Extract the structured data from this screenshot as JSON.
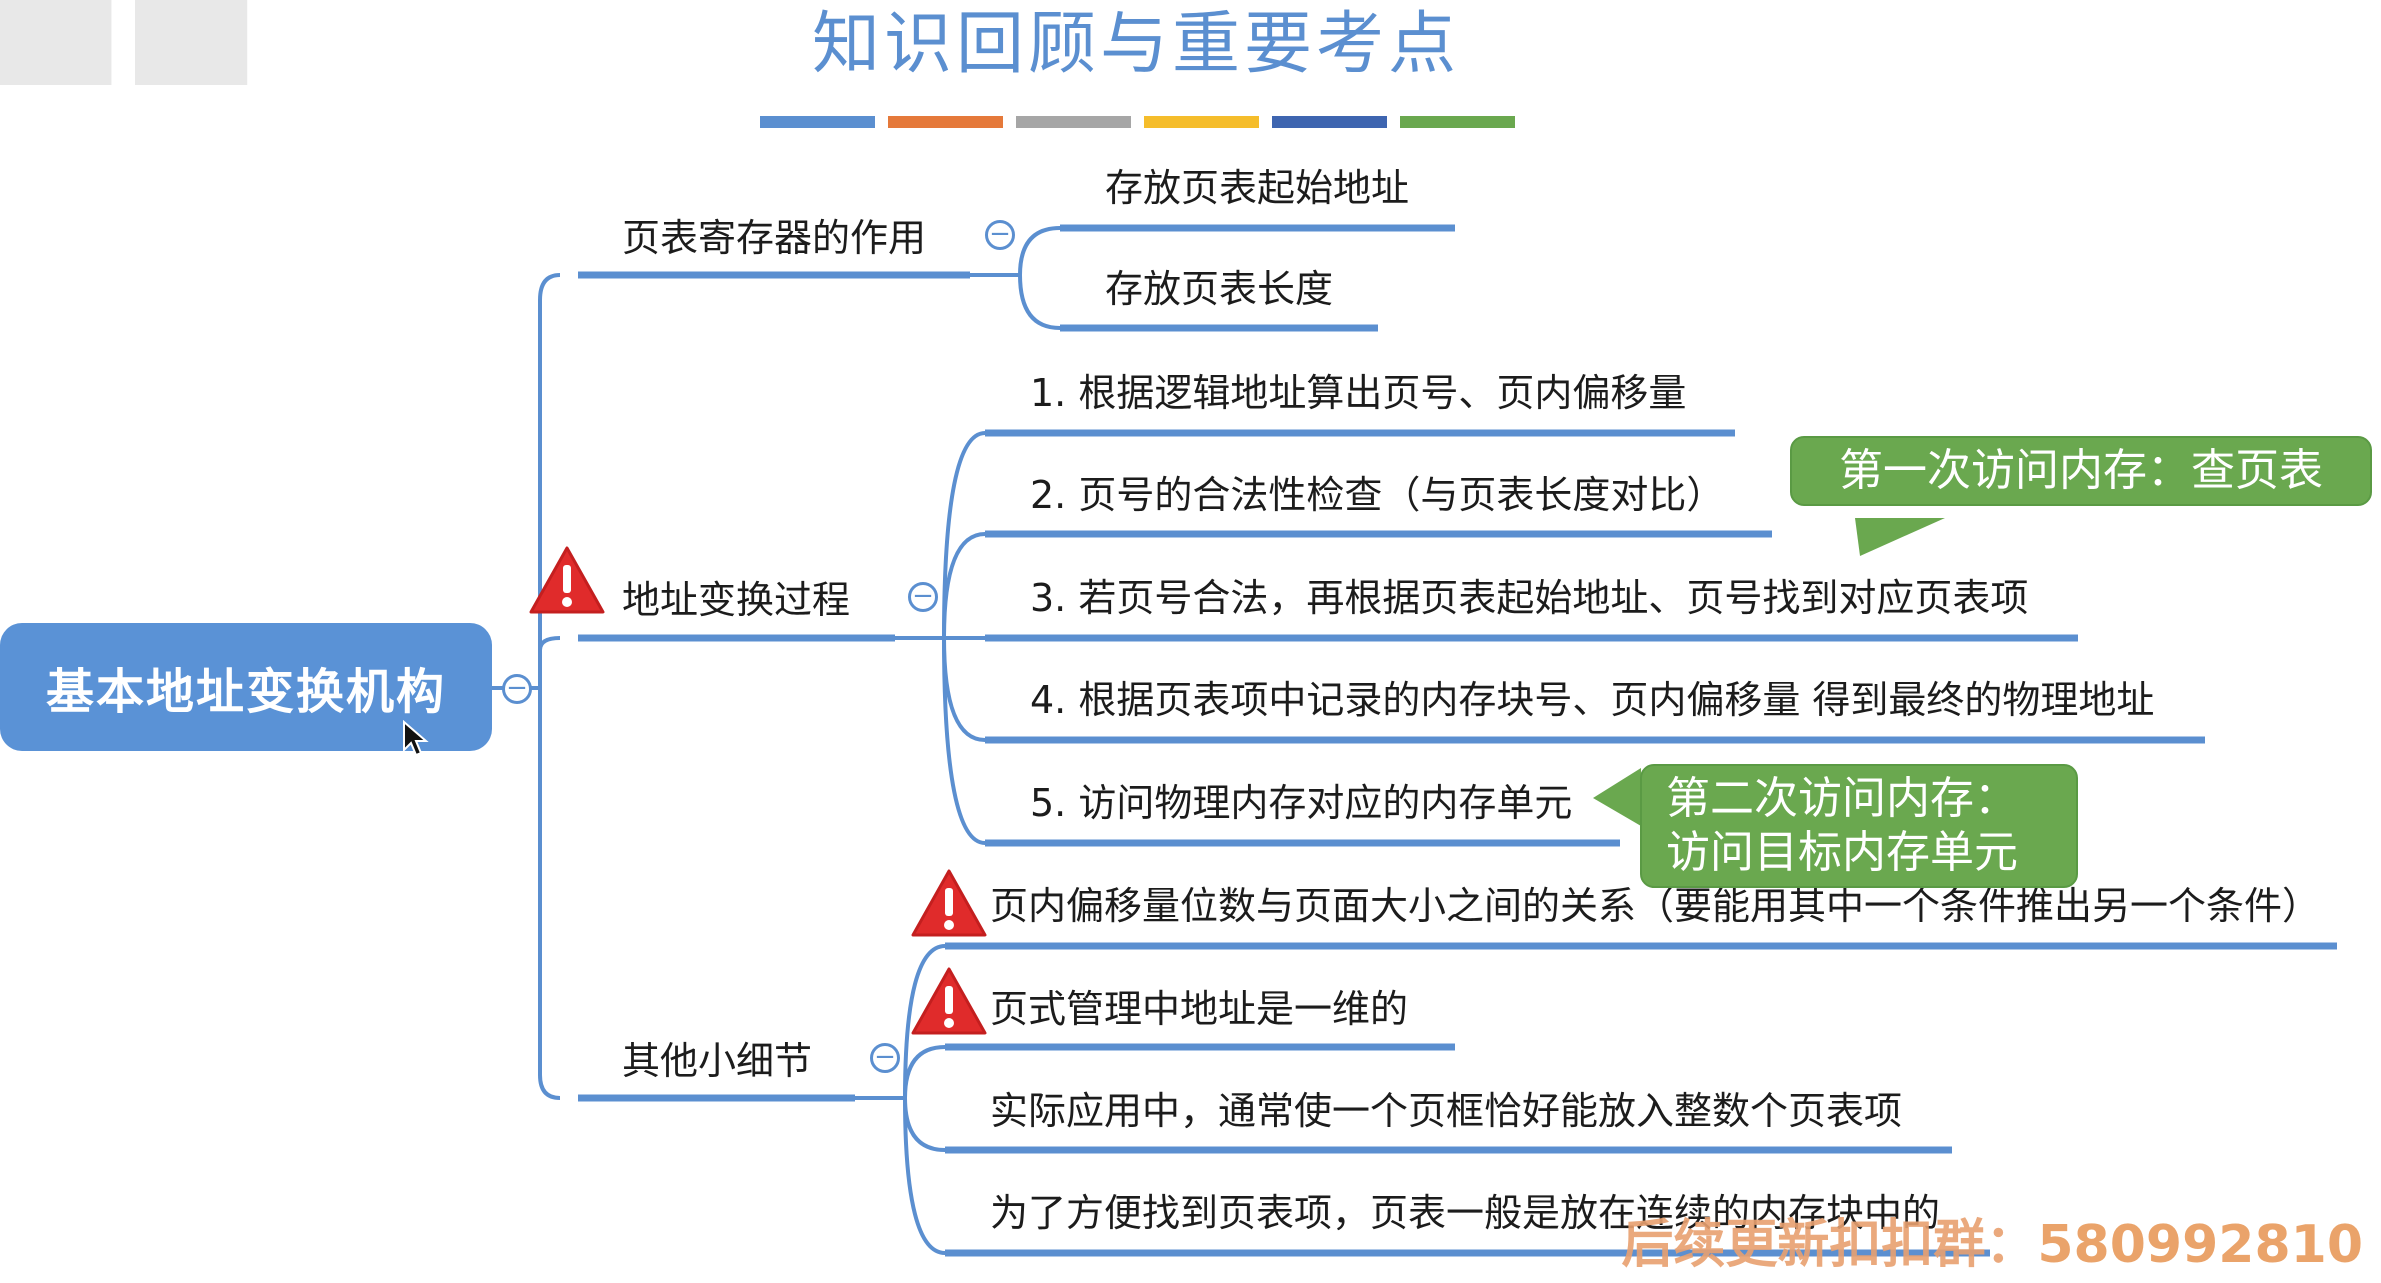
{
  "title": "知识回顾与重要考点",
  "color_bars": [
    "#5b8fd0",
    "#e5793a",
    "#a6a6a6",
    "#f5bd2b",
    "#3e65b0",
    "#6aa84f"
  ],
  "root": "基本地址变换机构",
  "branches": {
    "register": {
      "label": "页表寄存器的作用",
      "items": [
        "存放页表起始地址",
        "存放页表长度"
      ]
    },
    "process": {
      "label": "地址变换过程",
      "items": [
        "1. 根据逻辑地址算出页号、页内偏移量",
        "2. 页号的合法性检查（与页表长度对比）",
        "3. 若页号合法，再根据页表起始地址、页号找到对应页表项",
        "4. 根据页表项中记录的内存块号、页内偏移量 得到最终的物理地址",
        "5. 访问物理内存对应的内存单元"
      ]
    },
    "details": {
      "label": "其他小细节",
      "items": [
        "页内偏移量位数与页面大小之间的关系（要能用其中一个条件推出另一个条件）",
        "页式管理中地址是一维的",
        "实际应用中，通常使一个页框恰好能放入整数个页表项",
        "为了方便找到页表项，页表一般是放在连续的内存块中的"
      ]
    }
  },
  "callouts": {
    "first": "第一次访问内存：查页表",
    "second_line1": "第二次访问内存：",
    "second_line2": "访问目标内存单元"
  },
  "footer": {
    "text": "后续更新扣扣群：",
    "number": "580992810"
  },
  "icons": {
    "warning": "warning-triangle-icon",
    "collapse": "collapse-minus-icon",
    "cursor": "mouse-pointer-icon"
  }
}
